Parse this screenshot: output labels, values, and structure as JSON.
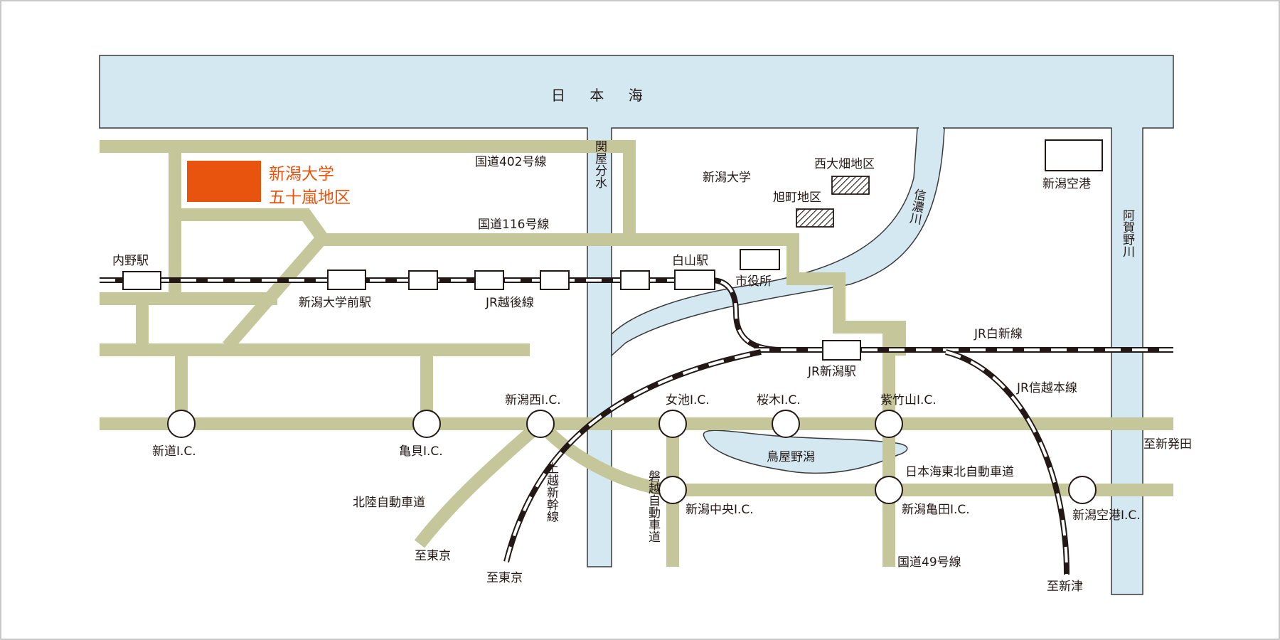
{
  "sea": {
    "label": "日 本 海"
  },
  "campus": {
    "line1": "新潟大学",
    "line2": "五十嵐地区",
    "color": "#e8540e"
  },
  "rivers": {
    "sekiya": "関屋分水",
    "shinano": "信濃川",
    "agano": "阿賀野川"
  },
  "lake": "鳥屋野潟",
  "landmarks": {
    "nishi_ohata_univ": "新潟大学",
    "nishi_ohata": "西大畑地区",
    "asahimachi": "旭町地区",
    "airport": "新潟空港",
    "city_hall": "市役所"
  },
  "routes": {
    "r402": "国道402号線",
    "r116": "国道116号線",
    "r49": "国道49号線",
    "etsugo_line": "JR越後線",
    "hakushin_line": "JR白新線",
    "shinetsu_line": "JR信越本線",
    "joetsu_shinkansen": "上越新幹線",
    "hokuriku_exp": "北陸自動車道",
    "banetsu_exp": "磐越自動車道",
    "nihonkai_tohoku_exp": "日本海東北自動車道"
  },
  "stations": {
    "uchino": "内野駅",
    "niigata_daigaku_mae": "新潟大学前駅",
    "hakusan": "白山駅",
    "niigata": "JR新潟駅"
  },
  "interchanges": {
    "shindo": "新道I.C.",
    "kamegai": "亀貝I.C.",
    "niigata_nishi": "新潟西I.C.",
    "meike": "女池I.C.",
    "sakuragi": "桜木I.C.",
    "shichikuyama": "紫竹山I.C.",
    "niigata_chuo": "新潟中央I.C.",
    "niigata_kameda": "新潟亀田I.C.",
    "niigata_kuko": "新潟空港I.C."
  },
  "destinations": {
    "tokyo_exp": "至東京",
    "tokyo_shinkansen": "至東京",
    "shibata": "至新発田",
    "niitsu": "至新津"
  }
}
